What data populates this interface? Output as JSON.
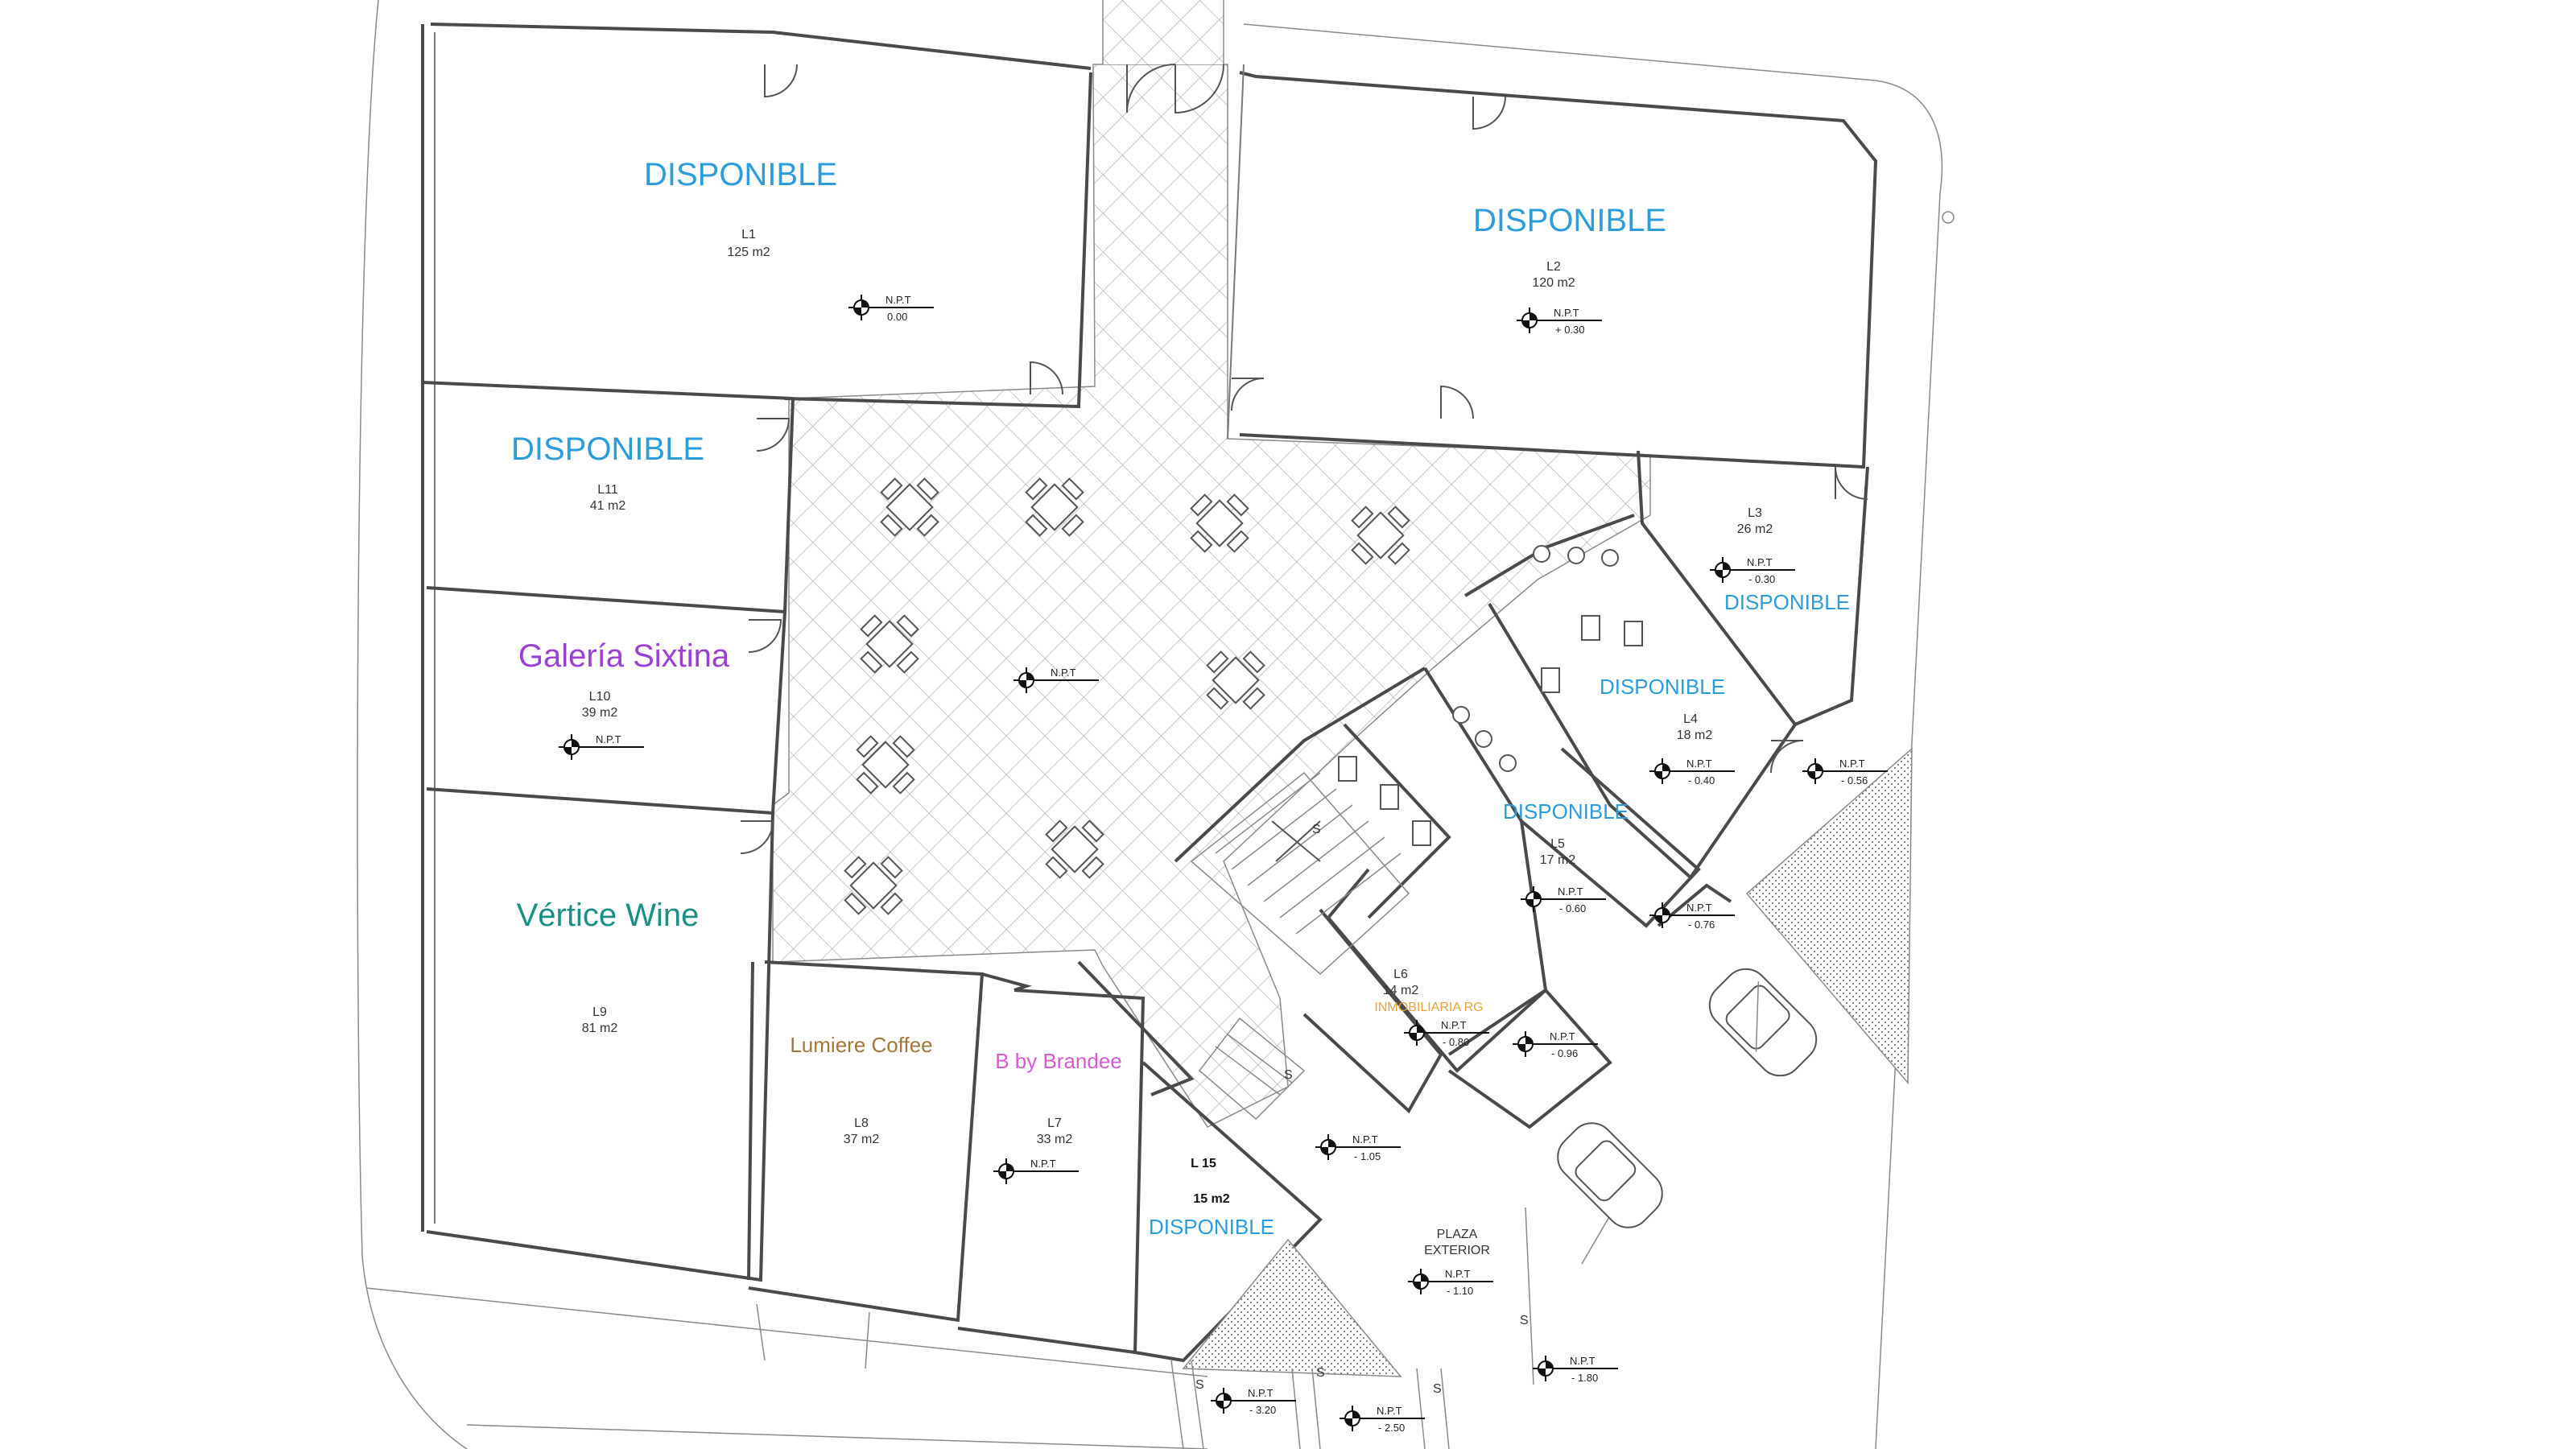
{
  "colors": {
    "available": "#2d9cdb",
    "galeria": "#9b3fd6",
    "vertice": "#1a8f85",
    "lumiere": "#a0783c",
    "brandee": "#d65ad1",
    "inmobiliaria": "#e6a23c"
  },
  "units": {
    "l1": {
      "status": "DISPONIBLE",
      "code": "L1",
      "area": "125  m2"
    },
    "l2": {
      "status": "DISPONIBLE",
      "code": "L2",
      "area": "120  m2"
    },
    "l11": {
      "status": "DISPONIBLE",
      "code": "L11",
      "area": "41  m2"
    },
    "l10": {
      "tenant": "Galería Sixtina",
      "code": "L10",
      "area": "39  m2"
    },
    "l9": {
      "tenant": "Vértice Wine",
      "code": "L9",
      "area": "81  m2"
    },
    "l8": {
      "tenant": "Lumiere Coffee",
      "code": "L8",
      "area": "37  m2"
    },
    "l7": {
      "tenant": "B by Brandee",
      "code": "L7",
      "area": "33  m2"
    },
    "l15": {
      "status": "DISPONIBLE",
      "code": "L 15",
      "area": "15 m2"
    },
    "l3": {
      "status": "DISPONIBLE",
      "code": "L3",
      "area": "26  m2"
    },
    "l4": {
      "status": "DISPONIBLE",
      "code": "L4",
      "area": "18  m2"
    },
    "l5": {
      "status": "DISPONIBLE",
      "code": "L5",
      "area": "17  m2"
    },
    "l6": {
      "tenant": "INMOBILIARIA RG",
      "code": "L6",
      "area": "14  m2"
    }
  },
  "plaza": {
    "line1": "PLAZA",
    "line2": "EXTERIOR"
  },
  "levels": {
    "label": "N.P.T",
    "l1": "0.00",
    "l2": "+ 0.30",
    "l3": "- 0.30",
    "l4": "- 0.40",
    "l5": "- 0.60",
    "l6": "- 0.80",
    "ramp_a": "- 0.56",
    "ramp_b": "- 0.76",
    "ramp_c": "- 0.96",
    "stair_low": "- 1.05",
    "plaza": "- 1.10",
    "street": "- 1.80",
    "front_a": "- 3.20",
    "front_b": "- 2.50"
  },
  "stair_marks": {
    "s": "S",
    "up": "S"
  }
}
